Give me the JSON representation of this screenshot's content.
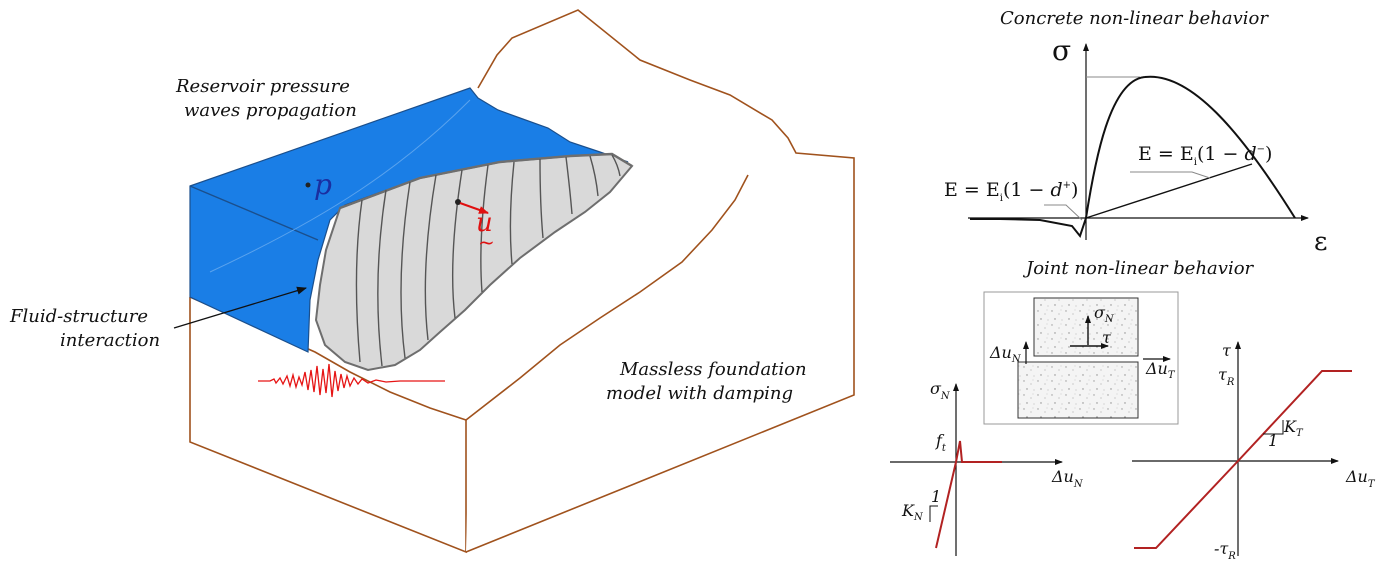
{
  "labels": {
    "reservoir_line1": "Reservoir pressure",
    "reservoir_line2": "waves propagation",
    "fsi_line1": "Fluid-structure",
    "fsi_line2": "interaction",
    "foundation_line1": "Massless foundation",
    "foundation_line2": "model with damping",
    "p_symbol": "p",
    "u_symbol": "u",
    "u_tilde": "~"
  },
  "concrete": {
    "title": "Concrete non-linear behavior",
    "sigma": "σ",
    "epsilon": "ε",
    "eq_tension_prefix": "E = E",
    "eq_tension_sub": "i",
    "eq_tension_body": "(1 − ",
    "eq_tension_d": "d",
    "eq_tension_sup": "+",
    "eq_tension_close": ")",
    "eq_comp_prefix": "E = E",
    "eq_comp_sub": "i",
    "eq_comp_body": "(1 − ",
    "eq_comp_d": "d",
    "eq_comp_sup": "−",
    "eq_comp_close": ")"
  },
  "joint": {
    "title": "Joint non-linear behavior",
    "box_sigma": "σ",
    "box_sigma_sub": "N",
    "box_tau": "τ",
    "box_du_n": "Δu",
    "box_du_n_sub": "N",
    "box_du_t": "Δu",
    "box_du_t_sub": "T",
    "normal": {
      "ylabel": "σ",
      "ylabel_sub": "N",
      "xlabel": "Δu",
      "xlabel_sub": "N",
      "ft": "f",
      "ft_sub": "t",
      "k": "K",
      "k_sub": "N",
      "one": "1"
    },
    "shear": {
      "ylabel": "τ",
      "tau_r": "τ",
      "tau_r_sub": "R",
      "neg_tau_r": "-τ",
      "neg_tau_r_sub": "R",
      "xlabel": "Δu",
      "xlabel_sub": "T",
      "k": "K",
      "k_sub": "T",
      "one": "1"
    }
  },
  "colors": {
    "water": "#1a7ee6",
    "dam": "#d9d9d9",
    "terrain_edge": "#a0521d",
    "arrow_u": "#e01010",
    "p_label": "#1a2ea0",
    "seismic": "#e61414",
    "joint_law": "#b22222"
  }
}
